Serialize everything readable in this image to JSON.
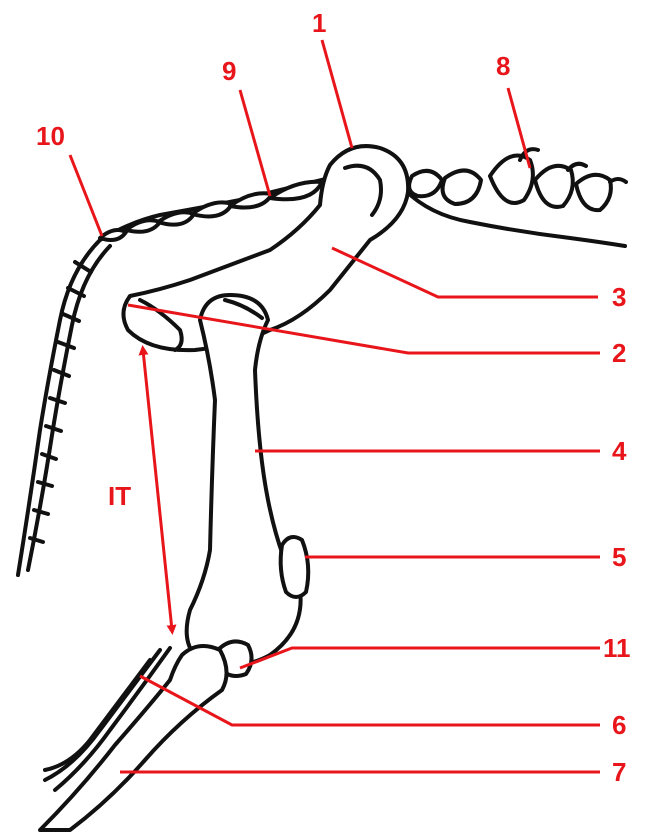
{
  "colors": {
    "label": "#e8161a",
    "bone_outline": "#111111",
    "background": "#ffffff"
  },
  "labels": {
    "n1": "1",
    "n2": "2",
    "n3": "3",
    "n4": "4",
    "n5": "5",
    "n6": "6",
    "n7": "7",
    "n8": "8",
    "n9": "9",
    "n10": "10",
    "n11": "11",
    "it": "IT"
  }
}
